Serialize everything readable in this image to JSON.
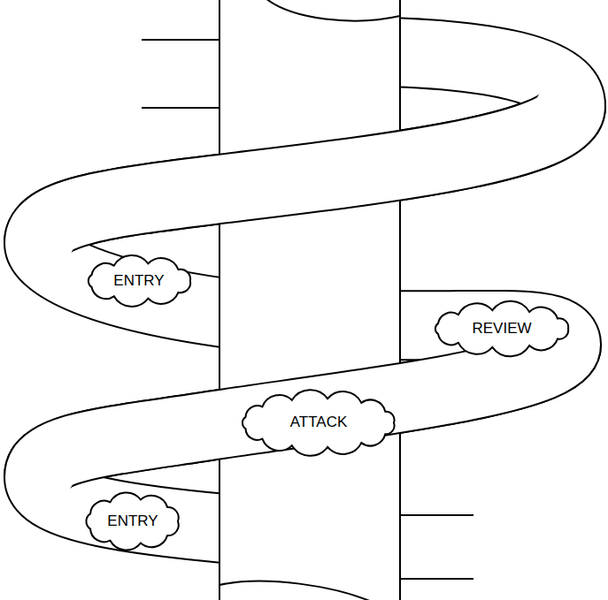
{
  "diagram": {
    "nodes": [
      {
        "text": [
          "ENTRY"
        ]
      },
      {
        "text": [
          "REVIEW"
        ]
      },
      {
        "text": [
          "ATTACK"
        ]
      },
      {
        "text": [
          "ENTRY"
        ]
      }
    ]
  }
}
